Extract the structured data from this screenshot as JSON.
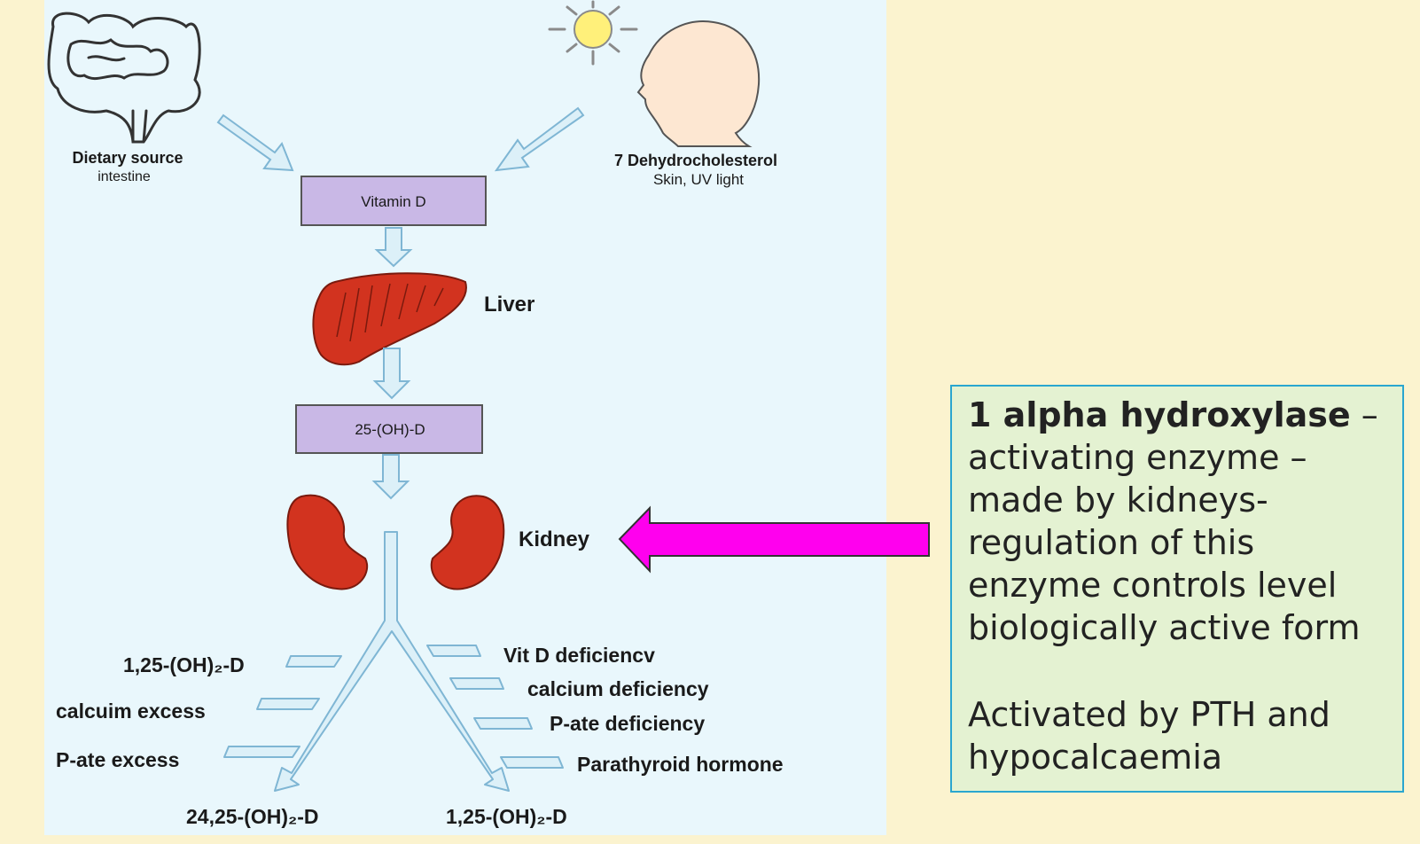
{
  "diagram": {
    "sources": {
      "dietary_title": "Dietary source",
      "dietary_sub": "intestine",
      "skin_title": "7 Dehydrocholesterol",
      "skin_sub": "Skin, UV light"
    },
    "boxes": {
      "vitamin_d": "Vitamin D",
      "hydroxy_25": "25-(OH)-D"
    },
    "organs": {
      "liver": "Liver",
      "kidney": "Kidney"
    },
    "left_branch": {
      "first": "1,25-(OH)₂-D",
      "second": "calcuim excess",
      "third": "P-ate excess",
      "product": "24,25-(OH)₂-D"
    },
    "right_branch": {
      "first": "Vit D deficiencv",
      "second": "calcium deficiency",
      "third": "P-ate deficiency",
      "fourth": "Parathyroid hormone",
      "product": "1,25-(OH)₂-D"
    },
    "colors": {
      "panel_bg": "#e9f7fc",
      "box_fill": "#c9b8e6",
      "arrow_fill": "#dcf0f8",
      "arrow_stroke": "#7fb6d4",
      "organ_red": "#d2331f",
      "pointer_magenta": "#ff00ee"
    }
  },
  "note": {
    "title": "1 alpha hydroxylase",
    "title_suffix": " –",
    "line1": "activating enzyme –",
    "line2": "made by kidneys-",
    "line3": "regulation of this",
    "line4": "enzyme controls level",
    "line5": "biologically active form",
    "line6": "Activated by PTH and",
    "line7": "hypocalcaemia"
  }
}
